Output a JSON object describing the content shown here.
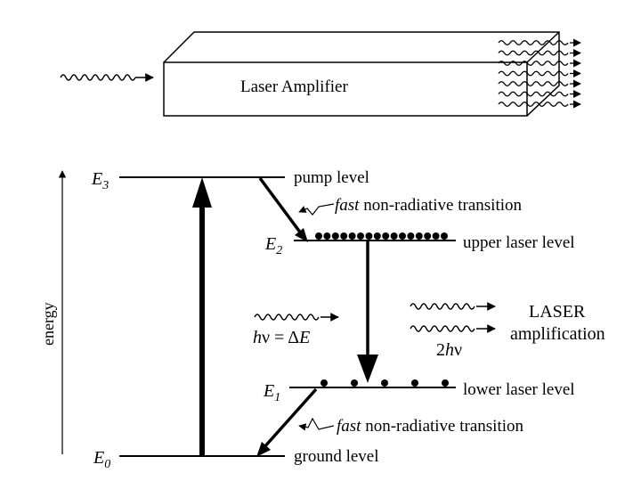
{
  "amplifier": {
    "label": "Laser Amplifier"
  },
  "axis": {
    "label": "energy"
  },
  "levels": {
    "e3": {
      "symbol": "E",
      "sub": "3",
      "name": "pump level"
    },
    "e2": {
      "symbol": "E",
      "sub": "2",
      "name": "upper laser level"
    },
    "e1": {
      "symbol": "E",
      "sub": "1",
      "name": "lower laser level"
    },
    "e0": {
      "symbol": "E",
      "sub": "0",
      "name": "ground level"
    }
  },
  "transitions": {
    "upper": {
      "fast": "fast",
      "rest": " non-radiative transition"
    },
    "lower": {
      "fast": "fast",
      "rest": " non-radiative transition"
    }
  },
  "photon": {
    "h": "h",
    "nu": "ν = Δ",
    "e": "E"
  },
  "output": {
    "line1": "LASER",
    "line2": "amplification",
    "count": "2",
    "h": "h",
    "nu": "ν"
  },
  "colors": {
    "ink": "#000000",
    "background": "#ffffff"
  }
}
